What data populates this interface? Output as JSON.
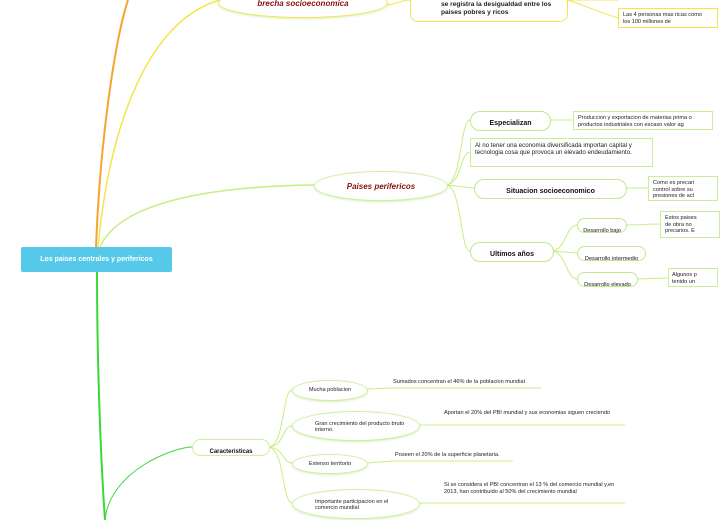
{
  "root": {
    "label": "Los paises centrales y perifericos"
  },
  "top": {
    "node_label": "brecha socioeconomica",
    "partial_title": "se registra la desigualdad entre los paises pobres y ricos",
    "partial_note": "Las 4 personas mas ricas como los 100 millones de"
  },
  "perifericos": {
    "label": "Paises perifericos",
    "intro": "Al no tener una economia diversificada importan capital y tecnologia cosa que provoca un elevado endeudamiento.",
    "especializan": {
      "label": "Especializan",
      "note": "Produccion y exportacion de materias prima o productos industriales con escaso valor ag"
    },
    "situacion": {
      "label": "Situacion socioeconomico",
      "note": "Como es precari control sobre su presiones de act"
    },
    "ultimos": {
      "label": "Ultimos años",
      "items": [
        {
          "label": "Desarrollo bajo",
          "note": "Estos paises de obra no precarios. E"
        },
        {
          "label": "Desarrollo intermedio",
          "note": ""
        },
        {
          "label": "Desarrollo elevado",
          "note": "Algunos p tenido un"
        }
      ]
    }
  },
  "caracteristicas": {
    "label": "Caracteristicas",
    "items": [
      {
        "label": "Mucha poblacion",
        "note": "Sumados concentran el 46% de la poblacion mundial"
      },
      {
        "label": "Gran crecimiento del producto bruto interno.",
        "note": "Aportan el 20% del PBI mundial y sus economias siguen creciendo"
      },
      {
        "label": "Extenso territorio",
        "note": "Poseen el 20% de la superficie planetaria."
      },
      {
        "label": "Importante participacion en el comercio mundial",
        "note": "Si se considera el PBI concentran el 13 % del comercio mundial y,en 2013, han contribuido al 50% del crecimiento mundial"
      }
    ]
  },
  "colors": {
    "root_bg": "#56c8ea",
    "branch_yellow": "#f2e64a",
    "branch_green": "#c6ef84",
    "branch_orange": "#f4a531",
    "branch_bright_green": "#3ed63a",
    "ellipse_text": "#8b1010"
  }
}
